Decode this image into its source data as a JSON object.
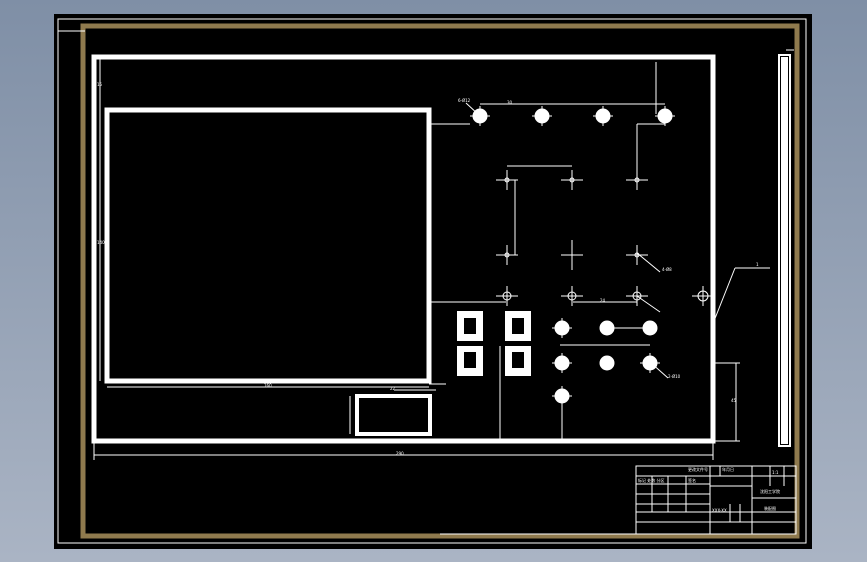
{
  "title_block": {
    "row1_a": "标记 处数 分区",
    "row1_b": "更改文件号",
    "row1_c": "签名",
    "row1_d": "年月日",
    "school": "沈阳工学院",
    "scale": "1:1",
    "drawing_no": "XXX-XX",
    "name": "装配图"
  },
  "annotations": {
    "dim_overall_width": "290",
    "dim_panel_width": "160",
    "dim_panel_height": "140",
    "dim_right_height": "45",
    "dim_bottom_short": "22",
    "dim_top_left": "15",
    "dim_pitch": "30",
    "dim_gap": "24",
    "leader_a": "6-Ø12",
    "leader_b": "4-Ø8",
    "leader_c": "2-Ø10",
    "balloon": "1"
  }
}
